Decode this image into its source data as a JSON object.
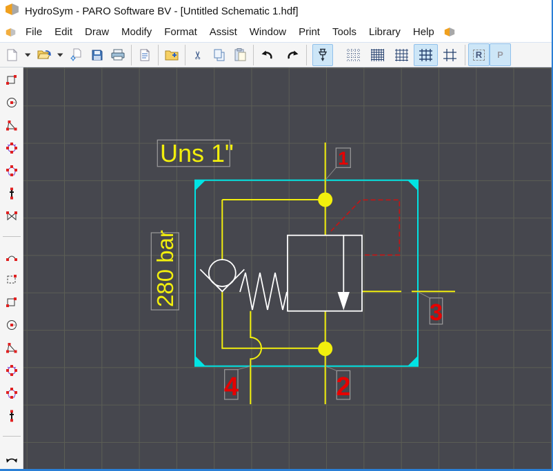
{
  "titlebar": {
    "title": "HydroSym - PARO Software BV - [Untitled Schematic 1.hdf]"
  },
  "menu": {
    "items": [
      "File",
      "Edit",
      "Draw",
      "Modify",
      "Format",
      "Assist",
      "Window",
      "Print",
      "Tools",
      "Library",
      "Help"
    ]
  },
  "toolbar": {
    "r_label": "R",
    "p_label": "P",
    "cut_glyph": "✂",
    "buttons": [
      "new-document",
      "new-dropdown",
      "open-file",
      "open-dropdown",
      "import-place",
      "save",
      "print",
      "document-preview",
      "add-to-library",
      "cut",
      "copy",
      "paste",
      "undo",
      "redo",
      "snap-toggle",
      "grid-dotted",
      "grid-dense",
      "grid-medium",
      "grid-open",
      "grid-wide",
      "rotation-mode",
      "pin-mode"
    ],
    "active_buttons": [
      "snap-toggle",
      "grid-open",
      "rotation-mode",
      "pin-mode"
    ]
  },
  "sidebar": {
    "tools": [
      "rectangle-component",
      "circle-component",
      "triangle-component",
      "arc-component",
      "polygon-component",
      "point-component",
      "mirror-component",
      "arc-segment",
      "dashed-rectangle",
      "rectangle",
      "circle",
      "triangle",
      "arc",
      "polygon",
      "point",
      "rotate"
    ]
  },
  "schematic": {
    "size_label": "Uns 1\"",
    "pressure_label": "280 bar",
    "ports": {
      "p1": "1",
      "p2": "2",
      "p3": "3",
      "p4": "4"
    }
  },
  "colors": {
    "canvas_bg": "#46474e",
    "grid": "#5c5e55",
    "wire": "#f2ef0d",
    "symbol": "#ffffff",
    "pilot": "#c41414",
    "port": "#e60000",
    "selection": "#00e4e4",
    "accent": "#cde6f7",
    "label_box": "#9c9c9c",
    "leader": "#8a8a8a",
    "window_border": "#2a7fd6"
  }
}
